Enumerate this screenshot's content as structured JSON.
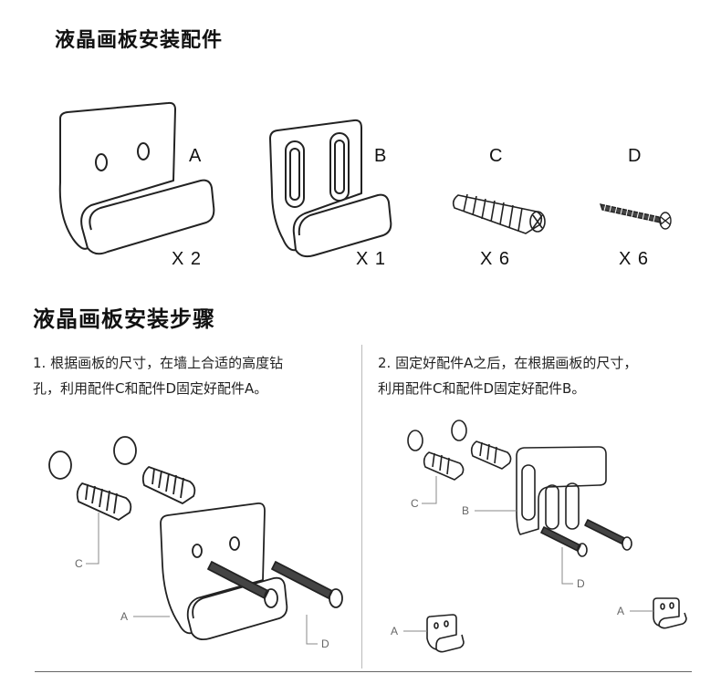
{
  "parts_title": "液晶画板安装配件",
  "parts": [
    {
      "letter": "A",
      "qty": "X 2"
    },
    {
      "letter": "B",
      "qty": "X 1"
    },
    {
      "letter": "C",
      "qty": "X 6"
    },
    {
      "letter": "D",
      "qty": "X 6"
    }
  ],
  "steps_title": "液晶画板安装步骤",
  "steps": [
    {
      "line1": "1. 根据画板的尺寸，在墙上合适的高度钻",
      "line2": "孔，利用配件C和配件D固定好配件A。"
    },
    {
      "line1": "2. 固定好配件A之后，在根据画板的尺寸，",
      "line2": "利用配件C和配件D固定好配件B。"
    }
  ],
  "callouts": {
    "step1_c": "C",
    "step1_a": "A",
    "step1_d": "D",
    "step2_c": "C",
    "step2_b": "B",
    "step2_d": "D",
    "step2_a_left": "A",
    "step2_a_right": "A"
  }
}
